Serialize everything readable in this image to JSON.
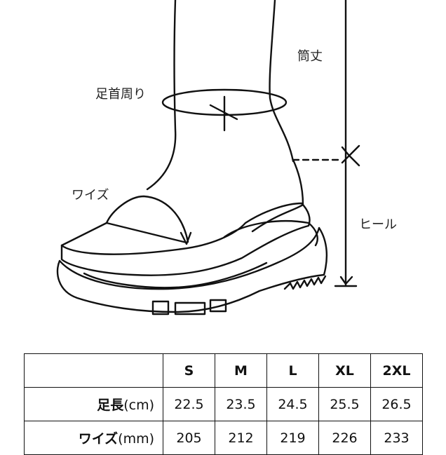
{
  "labels": {
    "length": "筒丈",
    "ankle": "足首周り",
    "width": "ワイズ",
    "heel": "ヒール"
  },
  "table": {
    "columns": [
      "S",
      "M",
      "L",
      "XL",
      "2XL"
    ],
    "rows": [
      {
        "label": "足長",
        "unit": "(cm)",
        "values": [
          "22.5",
          "23.5",
          "24.5",
          "25.5",
          "26.5"
        ]
      },
      {
        "label": "ワイズ",
        "unit": "(mm)",
        "values": [
          "205",
          "212",
          "219",
          "226",
          "233"
        ]
      }
    ]
  }
}
